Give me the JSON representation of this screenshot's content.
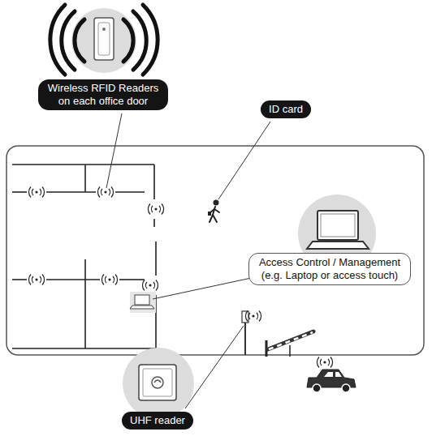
{
  "diagram": {
    "nodes": [
      {
        "text": [
          "Wireless RFID Readers on each office door"
        ]
      },
      {
        "text": [
          "ID card"
        ]
      },
      {
        "text": [
          "Access Control / Management (e.g. Laptop or access touch)"
        ]
      },
      {
        "text": [
          "UHF reader"
        ]
      }
    ]
  }
}
